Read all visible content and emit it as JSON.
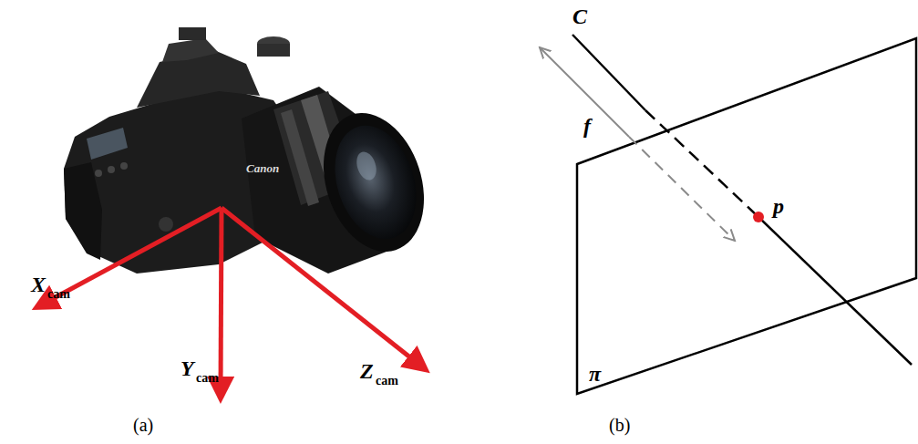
{
  "diagram": {
    "labels": [
      "Canon",
      "X",
      "cam",
      "Y",
      "cam",
      "Z",
      "cam",
      "(a)",
      "C",
      "f",
      "p",
      "π",
      "(b)"
    ]
  }
}
